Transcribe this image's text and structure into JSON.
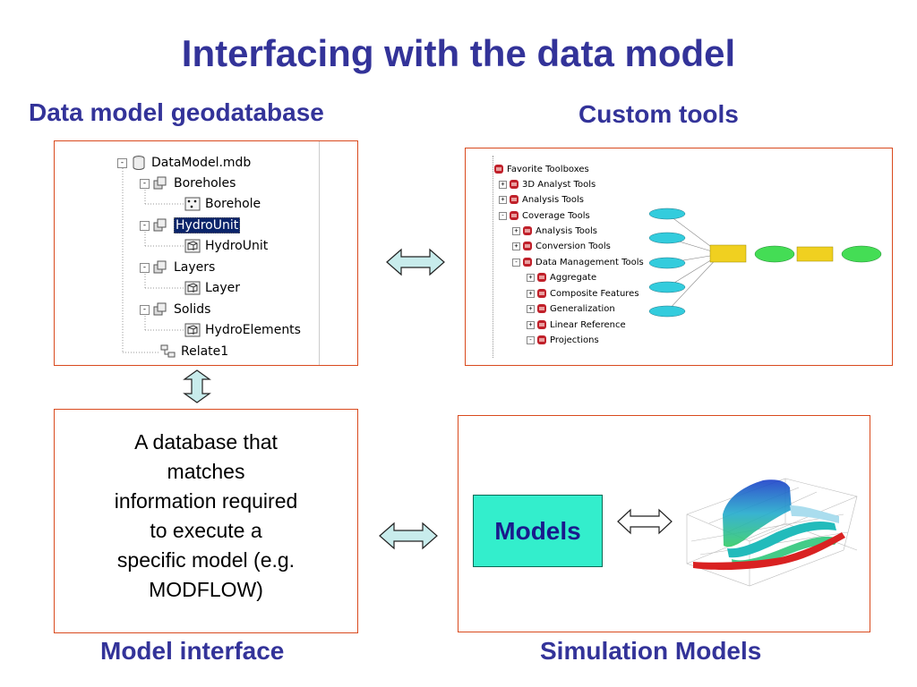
{
  "title": "Interfacing with the data model",
  "headings": {
    "geodatabase": "Data model geodatabase",
    "custom_tools": "Custom tools",
    "model_interface": "Model interface",
    "simulation_models": "Simulation Models"
  },
  "geodatabase_tree": [
    {
      "label": "DataModel.mdb",
      "icon": "database-icon",
      "expander": "-"
    },
    {
      "label": "Boreholes",
      "icon": "feature-dataset-icon",
      "expander": "-"
    },
    {
      "label": "Borehole",
      "icon": "point-feature-class-icon"
    },
    {
      "label": "HydroUnit",
      "icon": "feature-dataset-icon",
      "expander": "-",
      "selected": true
    },
    {
      "label": "HydroUnit",
      "icon": "multipatch-feature-class-icon"
    },
    {
      "label": "Layers",
      "icon": "feature-dataset-icon",
      "expander": "-"
    },
    {
      "label": "Layer",
      "icon": "multipatch-feature-class-icon"
    },
    {
      "label": "Solids",
      "icon": "feature-dataset-icon",
      "expander": "-"
    },
    {
      "label": "HydroElements",
      "icon": "multipatch-feature-class-icon"
    },
    {
      "label": "Relate1",
      "icon": "relationship-class-icon"
    }
  ],
  "toolbox_tree": [
    {
      "label": "Favorite Toolboxes",
      "expander": ""
    },
    {
      "label": "3D Analyst Tools",
      "expander": "+"
    },
    {
      "label": "Analysis Tools",
      "expander": "+"
    },
    {
      "label": "Coverage Tools",
      "expander": "-"
    },
    {
      "label": "Analysis Tools",
      "expander": "+"
    },
    {
      "label": "Conversion Tools",
      "expander": "+"
    },
    {
      "label": "Data Management Tools",
      "expander": "-"
    },
    {
      "label": "Aggregate",
      "expander": "+"
    },
    {
      "label": "Composite Features",
      "expander": "+"
    },
    {
      "label": "Generalization",
      "expander": "+"
    },
    {
      "label": "Linear Reference",
      "expander": "+"
    },
    {
      "label": "Projections",
      "expander": "-"
    }
  ],
  "description": [
    "A database that",
    "matches",
    "information required",
    "to execute a",
    "specific model (e.g.",
    "MODFLOW)"
  ],
  "models_label": "Models",
  "colors": {
    "heading": "#333399",
    "box_border": "#d94a1e",
    "models_fill": "#33eecc",
    "arrow_fill": "#c8ecec"
  }
}
